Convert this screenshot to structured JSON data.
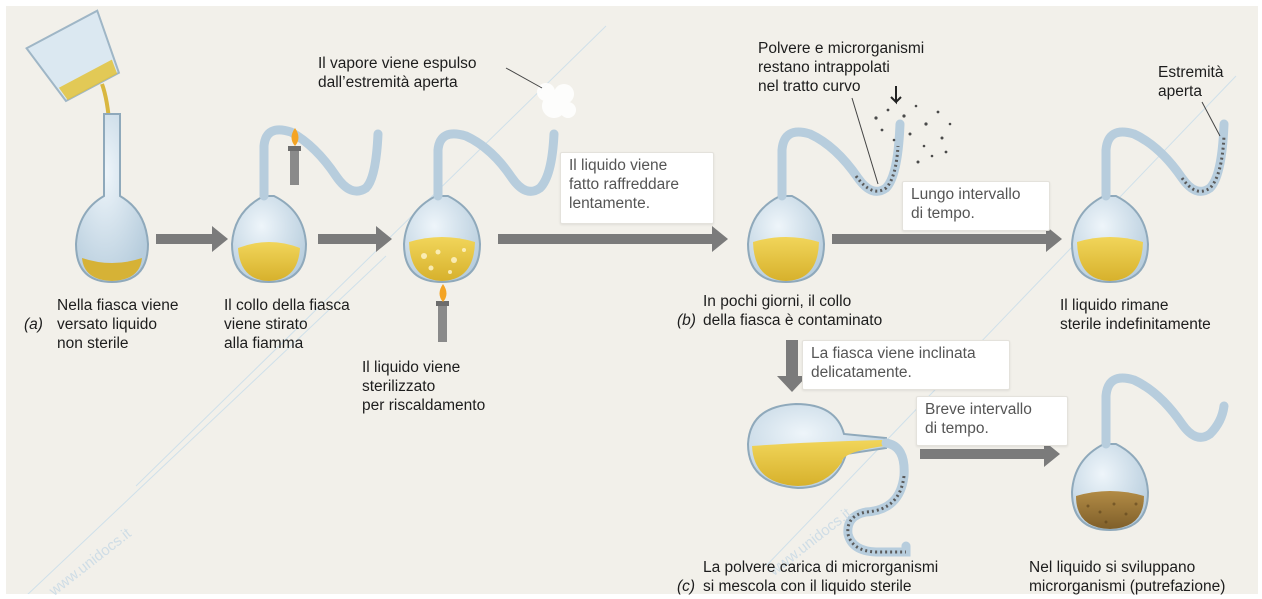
{
  "colors": {
    "glass": "#c6d9e6",
    "glass_edge": "#8fa9bb",
    "liquid": "#e3c33b",
    "liquid_dark": "#bfa12a",
    "putrid": "#9c7a3d",
    "arrow": "#7b7b7b",
    "flame": "#f4a424",
    "background": "#f2f0ea"
  },
  "captions": {
    "a_tag": "(a)",
    "a_text": "Nella fiasca viene\nversato liquido\nnon sterile",
    "neck_stretched": "Il collo della fiasca\nviene stirato\nalla fiamma",
    "sterilized": "Il liquido viene\nsterilizzato\nper riscaldamento",
    "steam": "Il vapore viene espulso\ndall’estremità aperta",
    "dust_trapped": "Polvere e microrganismi\nrestano intrappolati\nnel tratto curvo",
    "open_end": "Estremità\naperta",
    "b_tag": "(b)",
    "b_text": "In pochi giorni, il collo\ndella fiasca è contaminato",
    "stays_sterile": "Il liquido rimane\nsterile indefinitamente",
    "c_tag": "(c)",
    "c_text": "La polvere carica di microrganismi\nsi mescola con il liquido sterile",
    "microbes_grow": "Nel liquido si sviluppano\nmicrorganismi (putrefazione)"
  },
  "boxes": {
    "cool_slowly": "Il liquido viene\nfatto raffreddare\nlentamente.",
    "long_interval": "Lungo intervallo\ndi tempo.",
    "tilted": "La fiasca viene inclinata\ndelicatamente.",
    "short_interval": "Breve intervallo\ndi tempo."
  },
  "watermark": "www.unidocs.it",
  "icons": {
    "flask": "round-bottom-flask",
    "swan_neck_flask": "swan-neck-flask",
    "burner": "bunsen-burner",
    "beaker": "pouring-beaker",
    "process_arrow": "gray-arrow"
  }
}
